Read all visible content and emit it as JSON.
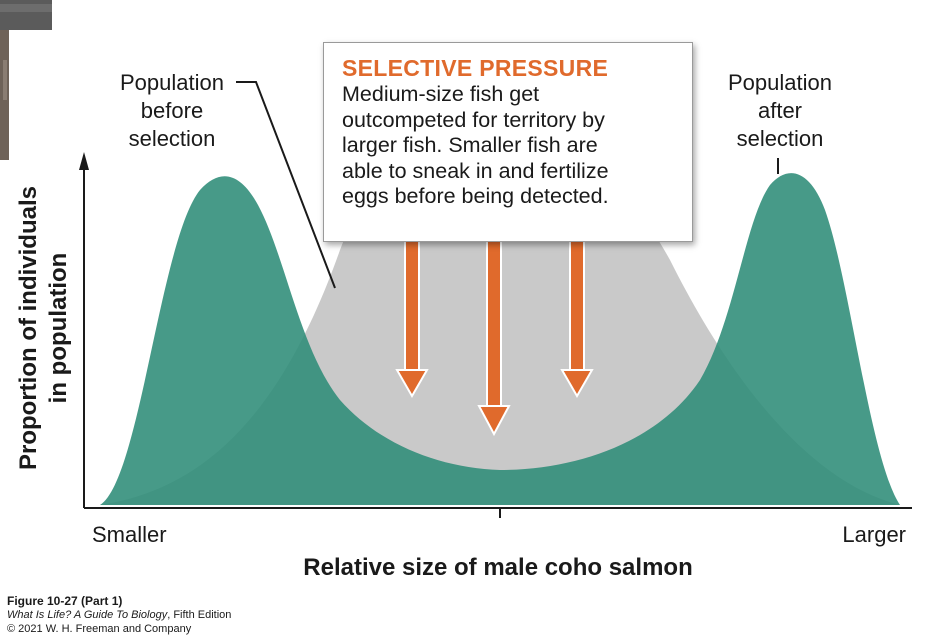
{
  "figure": {
    "y_axis_label_line1": "Proportion of individuals",
    "y_axis_label_line2": "in population",
    "x_axis_label": "Relative size of male coho salmon",
    "x_tick_left": "Smaller",
    "x_tick_right": "Larger",
    "before_label": [
      "Population",
      "before",
      "selection"
    ],
    "after_label": [
      "Population",
      "after",
      "selection"
    ],
    "colors": {
      "before_curve": "#c9c9c9",
      "after_curve": "#2e8c78",
      "arrow": "#e06a2c",
      "callout_title": "#e06a2c"
    }
  },
  "callout": {
    "title": "SELECTIVE PRESSURE",
    "text": "Medium-size fish get\noutcompeted for territory by\nlarger fish. Smaller fish are\nable to sneak in and fertilize\neggs before being detected."
  },
  "caption": {
    "figure_number": "Figure 10-27 (Part 1)",
    "book_title": "What Is Life? A Guide To Biology",
    "book_edition": ", Fifth Edition",
    "copyright": "© 2021 W. H. Freeman and Company"
  }
}
